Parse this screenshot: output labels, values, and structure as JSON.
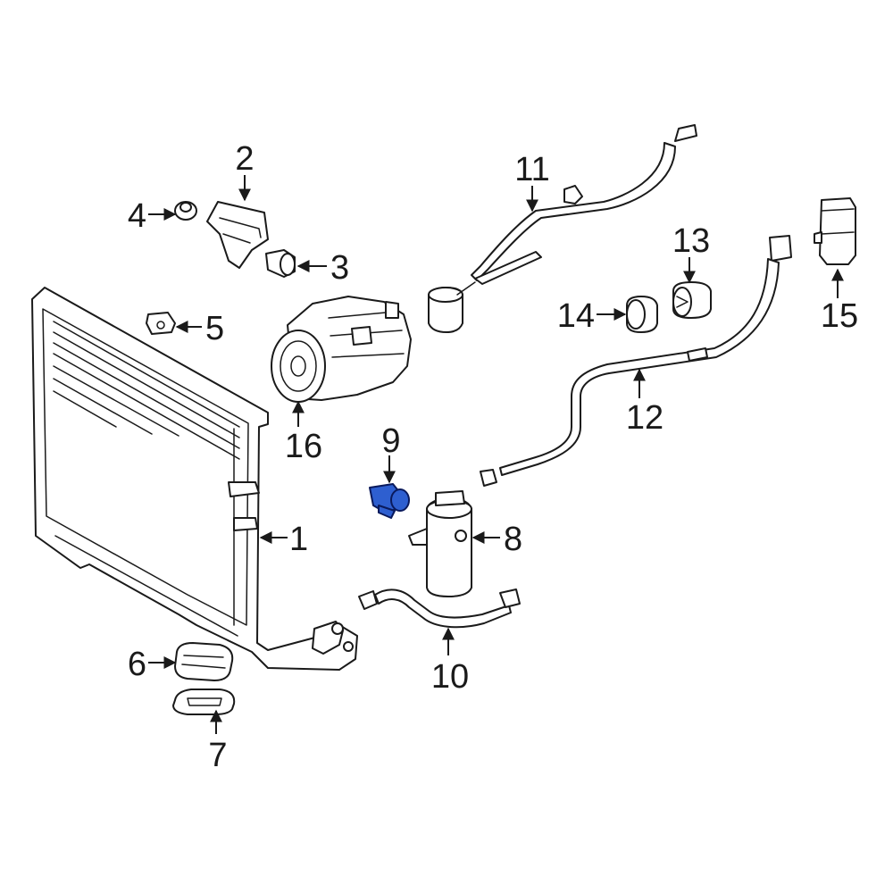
{
  "diagram": {
    "highlight_color": "#2e5fd0",
    "callouts": [
      {
        "id": "1",
        "label": "1"
      },
      {
        "id": "2",
        "label": "2"
      },
      {
        "id": "3",
        "label": "3"
      },
      {
        "id": "4",
        "label": "4"
      },
      {
        "id": "5",
        "label": "5"
      },
      {
        "id": "6",
        "label": "6"
      },
      {
        "id": "7",
        "label": "7"
      },
      {
        "id": "8",
        "label": "8"
      },
      {
        "id": "9",
        "label": "9"
      },
      {
        "id": "10",
        "label": "10"
      },
      {
        "id": "11",
        "label": "11"
      },
      {
        "id": "12",
        "label": "12"
      },
      {
        "id": "13",
        "label": "13"
      },
      {
        "id": "14",
        "label": "14"
      },
      {
        "id": "15",
        "label": "15"
      },
      {
        "id": "16",
        "label": "16"
      }
    ],
    "highlighted_part": "9"
  }
}
